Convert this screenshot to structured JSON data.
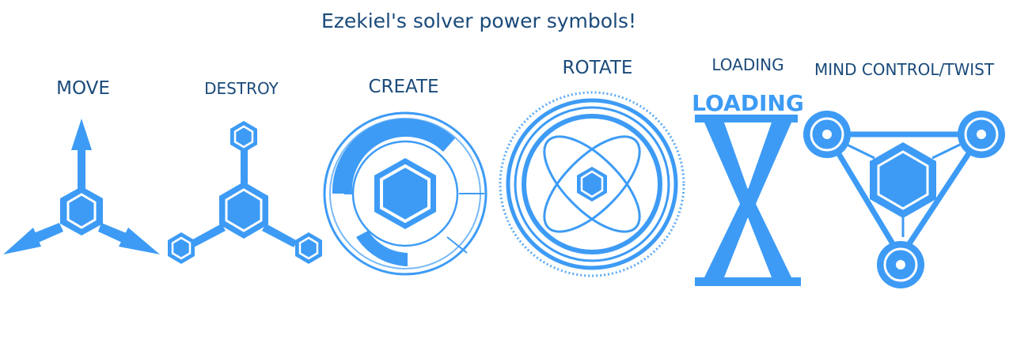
{
  "title": "Ezekiel's solver power symbols!",
  "symbols": [
    {
      "label": "MOVE"
    },
    {
      "label": "DESTROY"
    },
    {
      "label": "CREATE"
    },
    {
      "label": "ROTATE"
    },
    {
      "label": "LOADING",
      "badge": "LOADING"
    },
    {
      "label": "MIND CONTROL/TWIST"
    }
  ],
  "colors": {
    "primary": "#3d9bf5",
    "text": "#1a4a7a"
  }
}
